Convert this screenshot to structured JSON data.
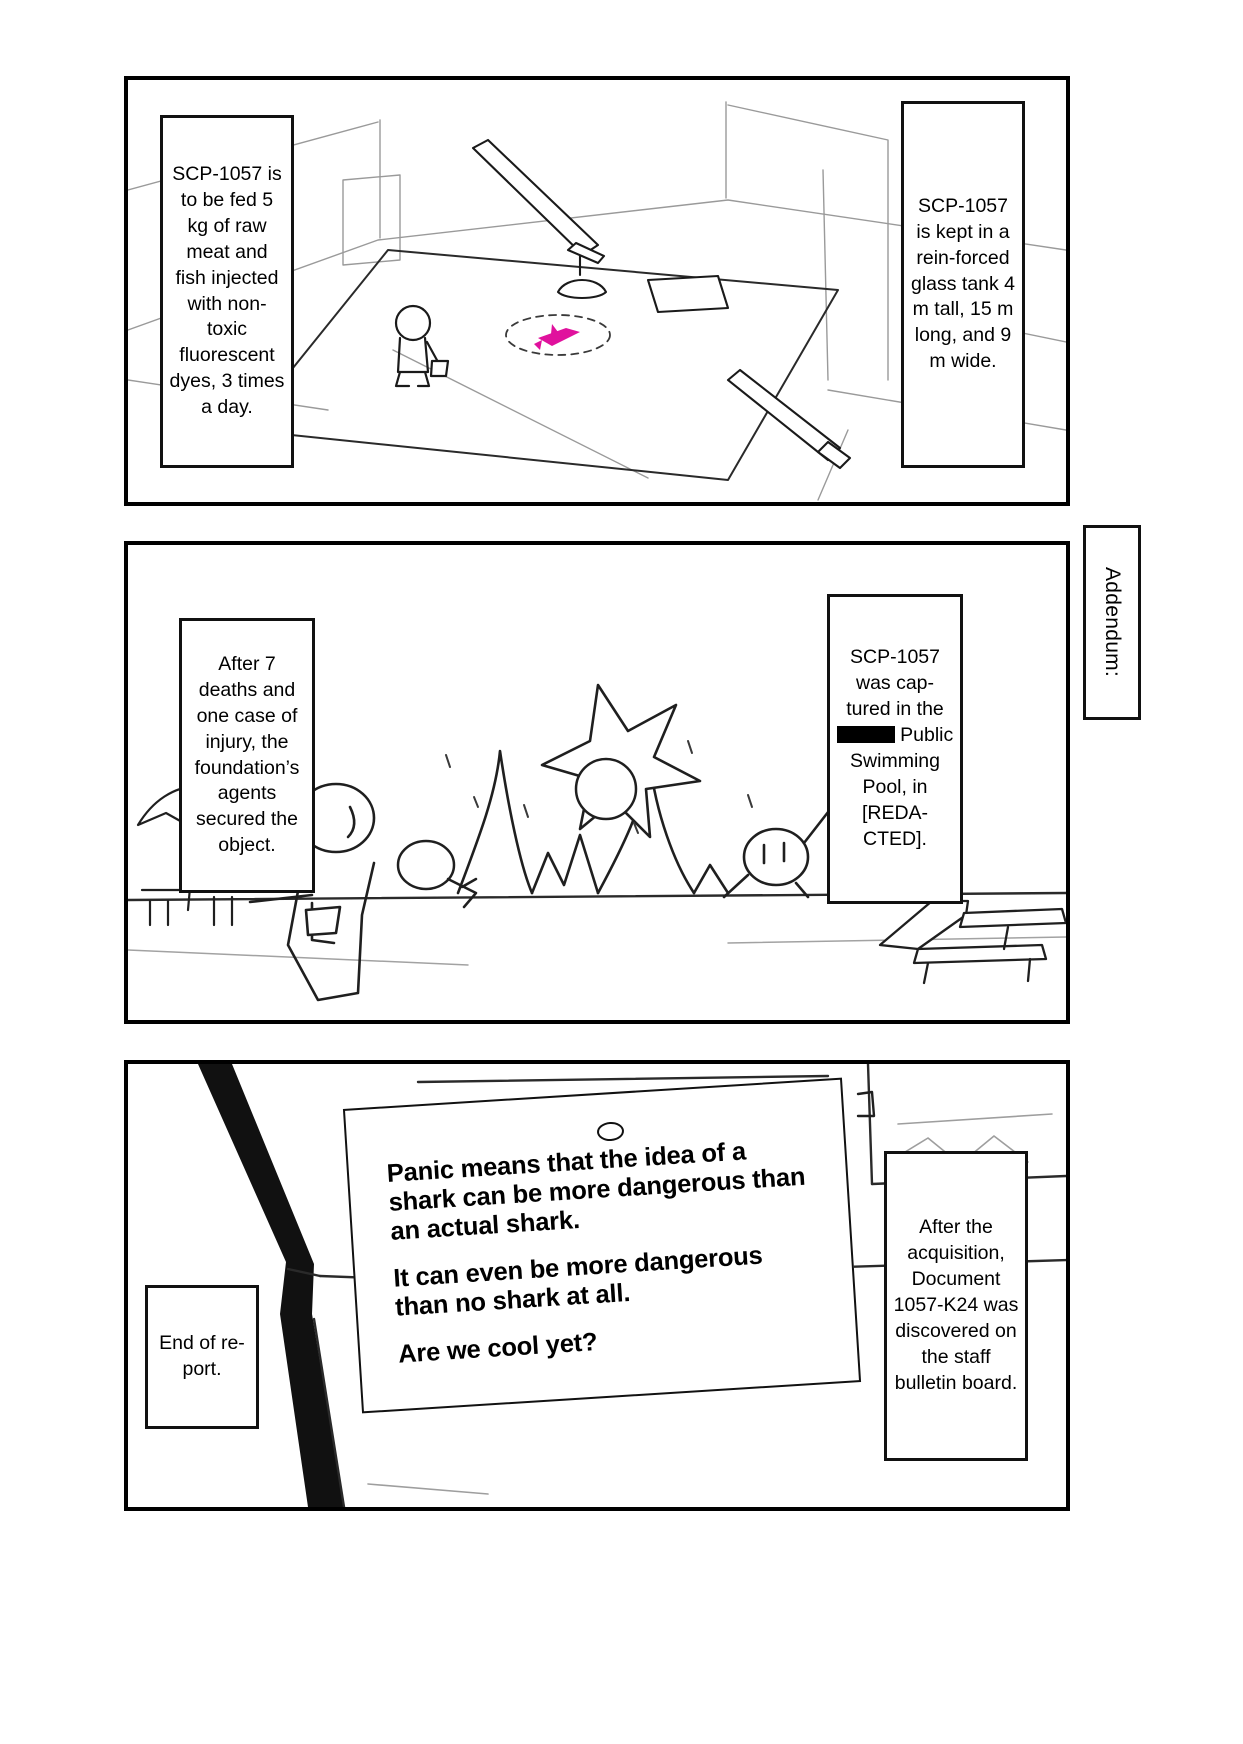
{
  "page": {
    "title": "SCP-1057 comic page",
    "background_color": "#ffffff",
    "ink_color": "#000000"
  },
  "panels": [
    {
      "id": "panel-1",
      "name": "containment-tank-panel"
    },
    {
      "id": "panel-2",
      "name": "swimming-pool-panic-panel"
    },
    {
      "id": "panel-3",
      "name": "bulletin-board-poster-panel"
    }
  ],
  "captions": {
    "feeding": "SCP-1057 is to be fed 5 kg of raw meat and fish injected with non-toxic fluorescent dyes, 3 times a day.",
    "tank": "SCP-1057 is kept in a rein-forced glass tank 4 m tall, 15 m long, and 9 m wide.",
    "deaths": "After 7 deaths and one case of injury, the foundation’s agents secured the object.",
    "captured_before_redaction": "SCP-1057 was cap-tured in the ",
    "captured_after_redaction": " Public Swimming Pool, in [REDA-CTED].",
    "addendum": "Addendum:",
    "end_of_report": "End of re-port.",
    "document": "After the acquisition, Document 1057-K24 was discovered on the staff bulletin board."
  },
  "poster": {
    "line_1": "Panic means that the idea of a shark can be more dangerous than an actual shark.",
    "line_2": "It can even be more dangerous than no shark at all.",
    "line_3": "Are we cool yet?"
  },
  "colors": {
    "ink": "#000000",
    "paper": "#ffffff",
    "sketch_grey": "#8a8a8a",
    "sketch_light": "#b8b8b8",
    "creature_magenta": "#e0119d",
    "redaction": "#000000"
  }
}
